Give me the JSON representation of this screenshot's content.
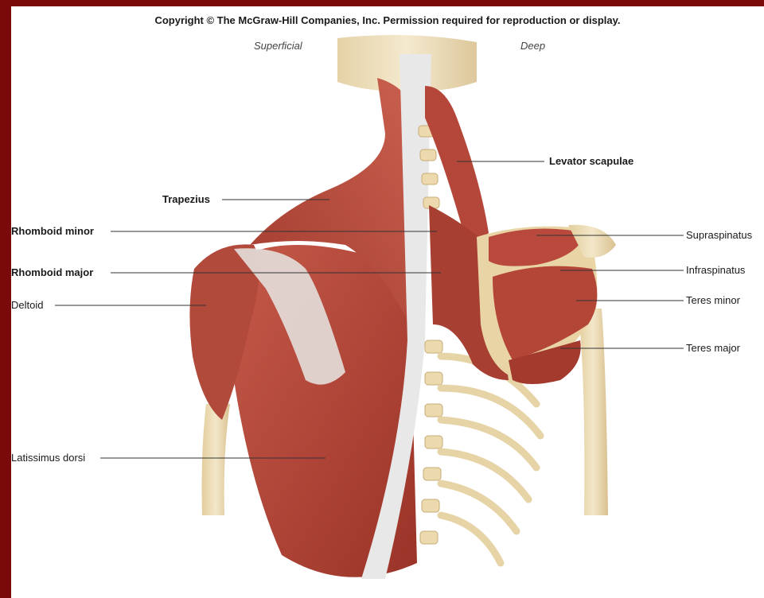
{
  "copyright": "Copyright © The McGraw-Hill Companies, Inc. Permission required for reproduction or display.",
  "views": {
    "superficial": "Superficial",
    "deep": "Deep"
  },
  "labels": {
    "levator_scapulae": "Levator scapulae",
    "trapezius": "Trapezius",
    "rhomboid_minor": "Rhomboid minor",
    "rhomboid_major": "Rhomboid major",
    "deltoid": "Deltoid",
    "latissimus_dorsi": "Latissimus dorsi",
    "supraspinatus": "Supraspinatus",
    "infraspinatus": "Infraspinatus",
    "teres_minor": "Teres minor",
    "teres_major": "Teres major"
  },
  "colors": {
    "frame": "#7a0a0a",
    "muscle": "#b7463a",
    "muscle_dark": "#8e2e25",
    "bone": "#ecdcb4",
    "tendon": "#e8e6e4"
  }
}
